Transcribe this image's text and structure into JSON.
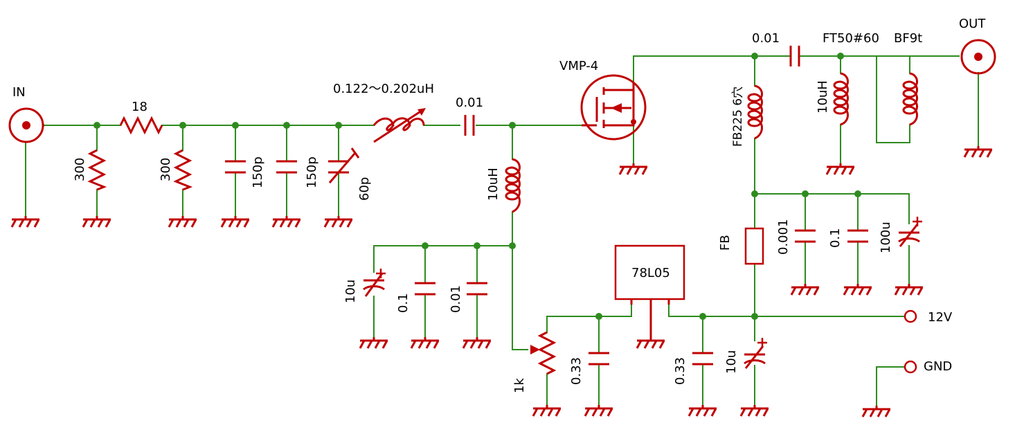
{
  "colors": {
    "wire": "#2e8b1e",
    "component": "#c00000",
    "background": "#ffffff",
    "text": "#000000"
  },
  "connectors": {
    "in": "IN",
    "out": "OUT",
    "v12": "12V",
    "gnd": "GND"
  },
  "parts": {
    "r_series": "18",
    "r_shunt_1": "300",
    "r_shunt_2": "300",
    "c_150p_1": "150p",
    "c_150p_2": "150p",
    "c_trim": "60p",
    "l_var": "0.122～0.202uH",
    "c_coupling_in": "0.01",
    "l_bias": "10uH",
    "c_bias_10u": "10u",
    "c_bias_01": "0.1",
    "c_bias_001": "0.01",
    "pot": "1k",
    "c_reg_in": "0.33",
    "regulator": "78L05",
    "c_reg_out": "0.33",
    "c_reg_out_elec": "10u",
    "transistor": "VMP-4",
    "l_drain": "FB225 6穴",
    "c_coupling_out": "0.01",
    "l_out_core": "FT50#60",
    "l_out_10uh": "10uH",
    "l_out_bf": "BF9t",
    "fb_supply": "FB",
    "c_sup_0001": "0.001",
    "c_sup_01": "0.1",
    "c_sup_100u": "100u"
  },
  "icons": [
    "coax-connector-icon",
    "ground-icon",
    "resistor-icon",
    "capacitor-icon",
    "inductor-icon",
    "mosfet-icon",
    "terminal-icon"
  ]
}
